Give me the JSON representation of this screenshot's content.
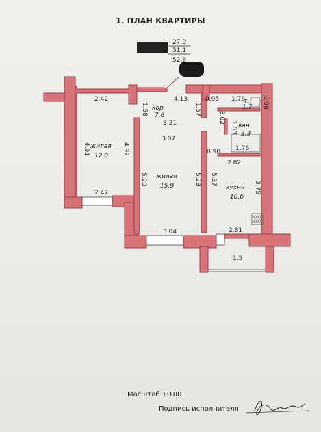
{
  "title": "1. ПЛАН КВАРТИРЫ",
  "areas": {
    "top": "27.9",
    "middle": "51.1",
    "bottom": "52.6"
  },
  "rooms": [
    {
      "id": "living1",
      "name": "жилая",
      "area": "12.0"
    },
    {
      "id": "living2",
      "name": "жилая",
      "area": "15.9"
    },
    {
      "id": "corridor",
      "name": "кор.",
      "area": "7.6"
    },
    {
      "id": "toilet",
      "name": "т.",
      "area": "1.7"
    },
    {
      "id": "bath",
      "name": "ван.",
      "area": "3.3"
    },
    {
      "id": "kitchen",
      "name": "кухня",
      "area": "10.6"
    }
  ],
  "dimensions": {
    "d242": "2.42",
    "d491": "4.91",
    "d492": "4.92",
    "d247": "2.47",
    "d158": "1.58",
    "d413": "4.13",
    "d157": "1.57",
    "d321": "3.21",
    "d307": "3.07",
    "d520": "5.20",
    "d523": "5.23",
    "d537": "5.37",
    "d304": "3.04",
    "d095": "0.95",
    "d176a": "1.76",
    "d096": "0.96",
    "d302": "3.02",
    "d188": "1.88",
    "d090": "0.90",
    "d176b": "1.76",
    "d282": "2.82",
    "d375": "3.75",
    "d281": "2.81",
    "d15": "1.5"
  },
  "footer": {
    "scale": "Масштаб  1:100",
    "signature_label": "Подпись исполнителя"
  },
  "colors": {
    "wall": "#d9737a",
    "wall_dark": "#9b3d45",
    "paper": "#efeeea"
  }
}
